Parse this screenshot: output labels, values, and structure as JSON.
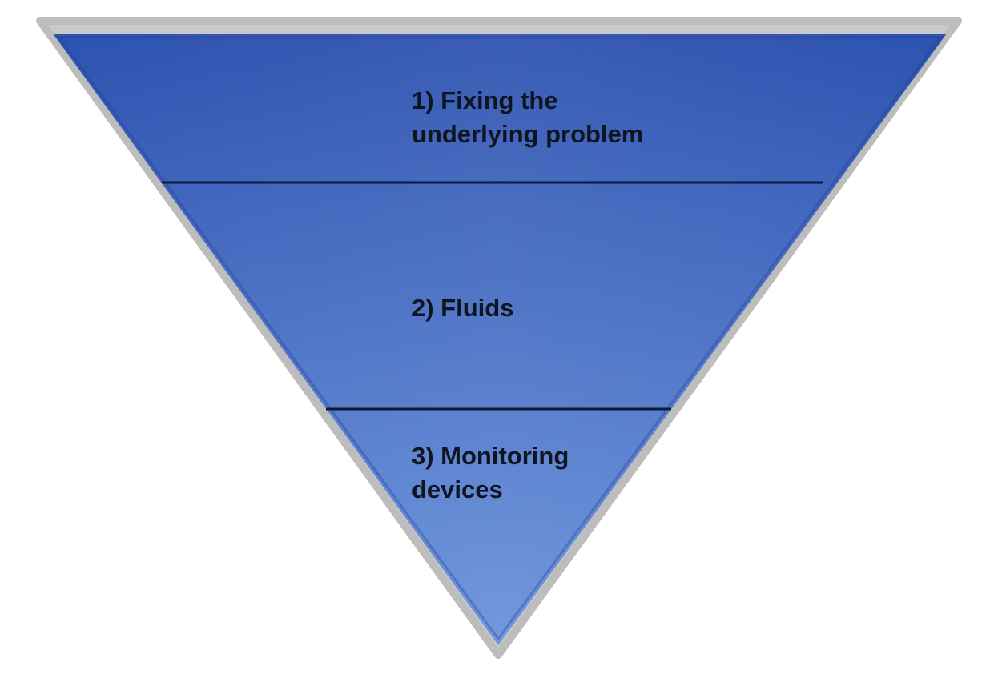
{
  "diagram": {
    "type": "inverted-pyramid",
    "colors": {
      "frame": "#c8c8c8",
      "tier_top": "#2f55b3",
      "tier_bottom": "#6089d8",
      "divider": "#0b1a3a",
      "text": "#0e1420"
    },
    "tiers": [
      {
        "lines": [
          "1) Fixing the",
          "underlying problem"
        ]
      },
      {
        "lines": [
          "2) Fluids"
        ]
      },
      {
        "lines": [
          "3) Monitoring",
          "devices"
        ]
      }
    ]
  }
}
